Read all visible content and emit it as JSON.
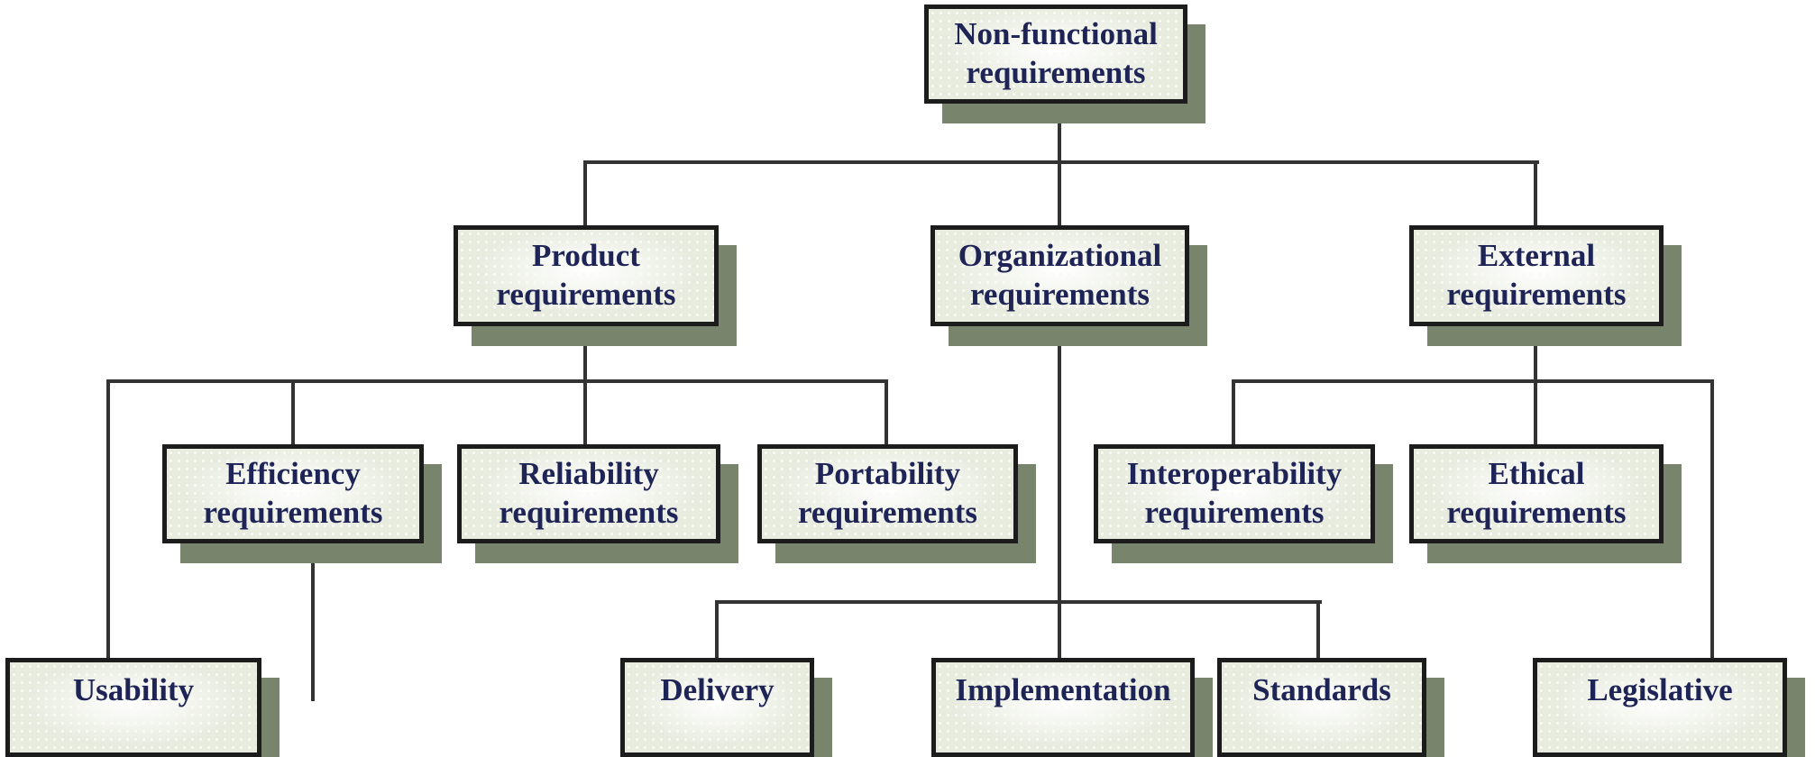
{
  "nodes": {
    "root": {
      "label": "Non-functional requirements"
    },
    "product": {
      "label": "Product requirements"
    },
    "organizational": {
      "label": "Organizational requirements"
    },
    "external": {
      "label": "External requirements"
    },
    "efficiency": {
      "label": "Efficiency requirements"
    },
    "reliability": {
      "label": "Reliability requirements"
    },
    "portability": {
      "label": "Portability requirements"
    },
    "interoperability": {
      "label": "Interoperability requirements"
    },
    "ethical": {
      "label": "Ethical requirements"
    },
    "usability": {
      "label": "Usability"
    },
    "delivery": {
      "label": "Delivery"
    },
    "implementation": {
      "label": "Implementation"
    },
    "standards": {
      "label": "Standards"
    },
    "legislative": {
      "label": "Legislative"
    }
  },
  "hierarchy": {
    "Non-functional requirements": [
      "Product requirements",
      "Organizational requirements",
      "External requirements"
    ],
    "Product requirements": [
      "Usability",
      "Efficiency requirements",
      "Reliability requirements",
      "Portability requirements"
    ],
    "Organizational requirements": [
      "Delivery",
      "Implementation",
      "Standards"
    ],
    "External requirements": [
      "Interoperability requirements",
      "Ethical requirements",
      "Legislative"
    ]
  },
  "colors": {
    "box_fill": "#e8ecdf",
    "box_border": "#1c1c1c",
    "box_shadow": "#79846d",
    "text": "#1f2456",
    "line": "#333333",
    "background": "#ffffff"
  }
}
